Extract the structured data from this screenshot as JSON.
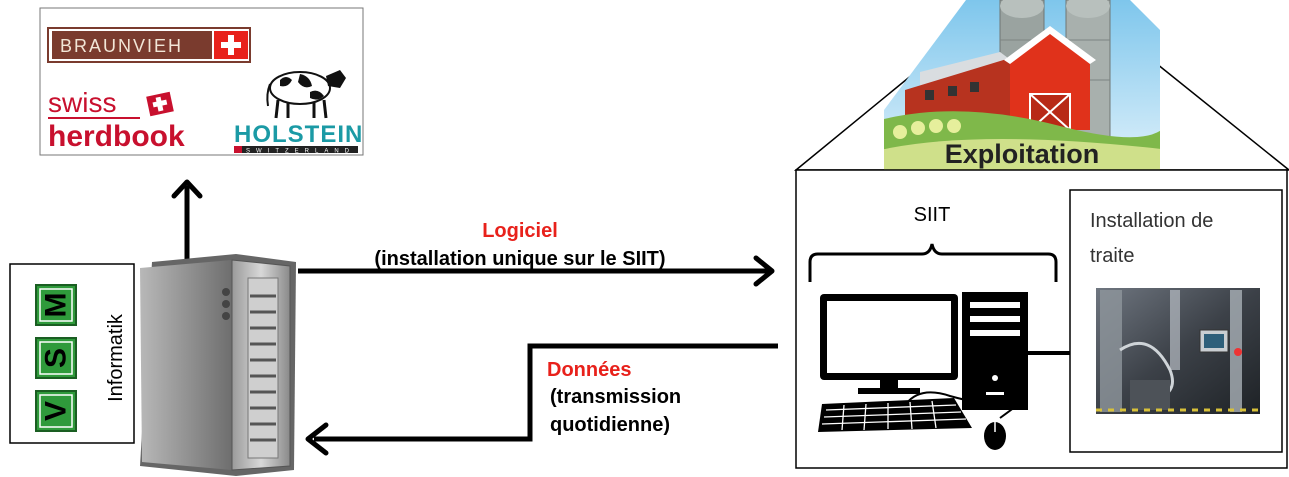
{
  "logos": {
    "braunvieh": "BRAUNVIEH",
    "swiss": "swiss",
    "herdbook": "herdbook",
    "holstein": "HOLSTEIN",
    "switzerland": "SWITZERLAND"
  },
  "vsm": {
    "letters": [
      "V",
      "S",
      "M"
    ],
    "caption": "Informatik"
  },
  "software_flow": {
    "title": "Logiciel",
    "subtitle": "(installation unique sur le SIIT)"
  },
  "data_flow": {
    "title": "Données",
    "line1": "(transmission",
    "line2": "quotidienne)"
  },
  "farm": {
    "label": "Exploitation",
    "siit_label": "SIIT",
    "milking_line1": "Installation de",
    "milking_line2": "traite"
  },
  "colors": {
    "accent_red": "#e8211b",
    "vsm_green": "#2f9a3b",
    "herdbook_red": "#c8102e",
    "holstein_teal": "#1b9aa5",
    "braunvieh_brown": "#7a3b2e"
  }
}
